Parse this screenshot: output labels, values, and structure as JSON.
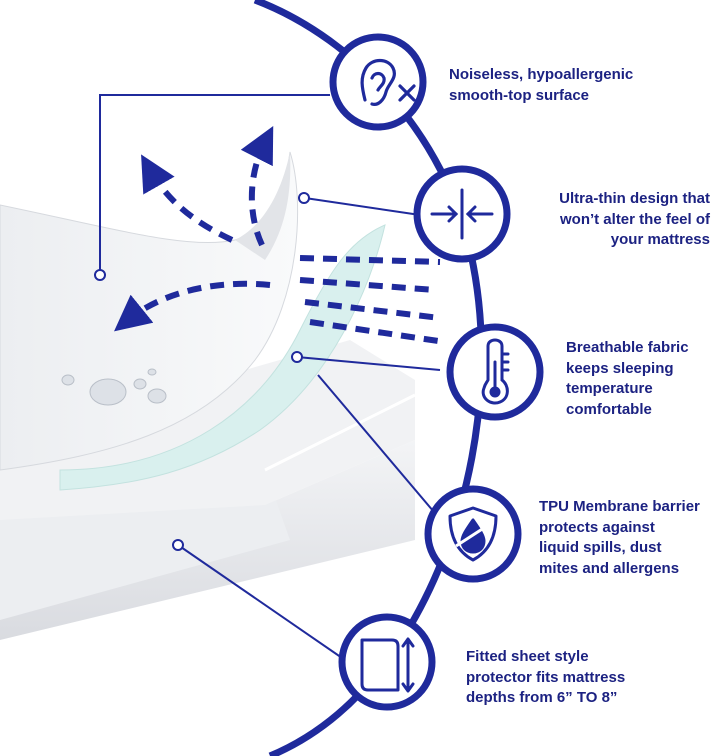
{
  "colors": {
    "brand": "#1f2a9c",
    "text": "#1c2282",
    "fabric": "#f2f3f5",
    "fabric_shade": "#dfe1e5",
    "membrane": "#d9f0ee"
  },
  "features": [
    {
      "icon": "ear-noise-x-icon",
      "text": "Noiseless, hypoallergenic\nsmooth-top surface"
    },
    {
      "icon": "thin-layer-arrows-icon",
      "text": "Ultra-thin design that\nwon’t alter the feel of\nyour mattress"
    },
    {
      "icon": "thermometer-icon",
      "text": "Breathable fabric\nkeeps sleeping\ntemperature\ncomfortable"
    },
    {
      "icon": "shield-drop-icon",
      "text": "TPU Membrane barrier\nprotects against\nliquid spills, dust\nmites and allergens"
    },
    {
      "icon": "mattress-depth-icon",
      "text": "Fitted sheet style\nprotector fits mattress\ndepths from 6” TO 8”"
    }
  ],
  "illustration": {
    "subject": "mattress-protector-layers",
    "airflow_arrows": "dashed-blue-arrows"
  }
}
